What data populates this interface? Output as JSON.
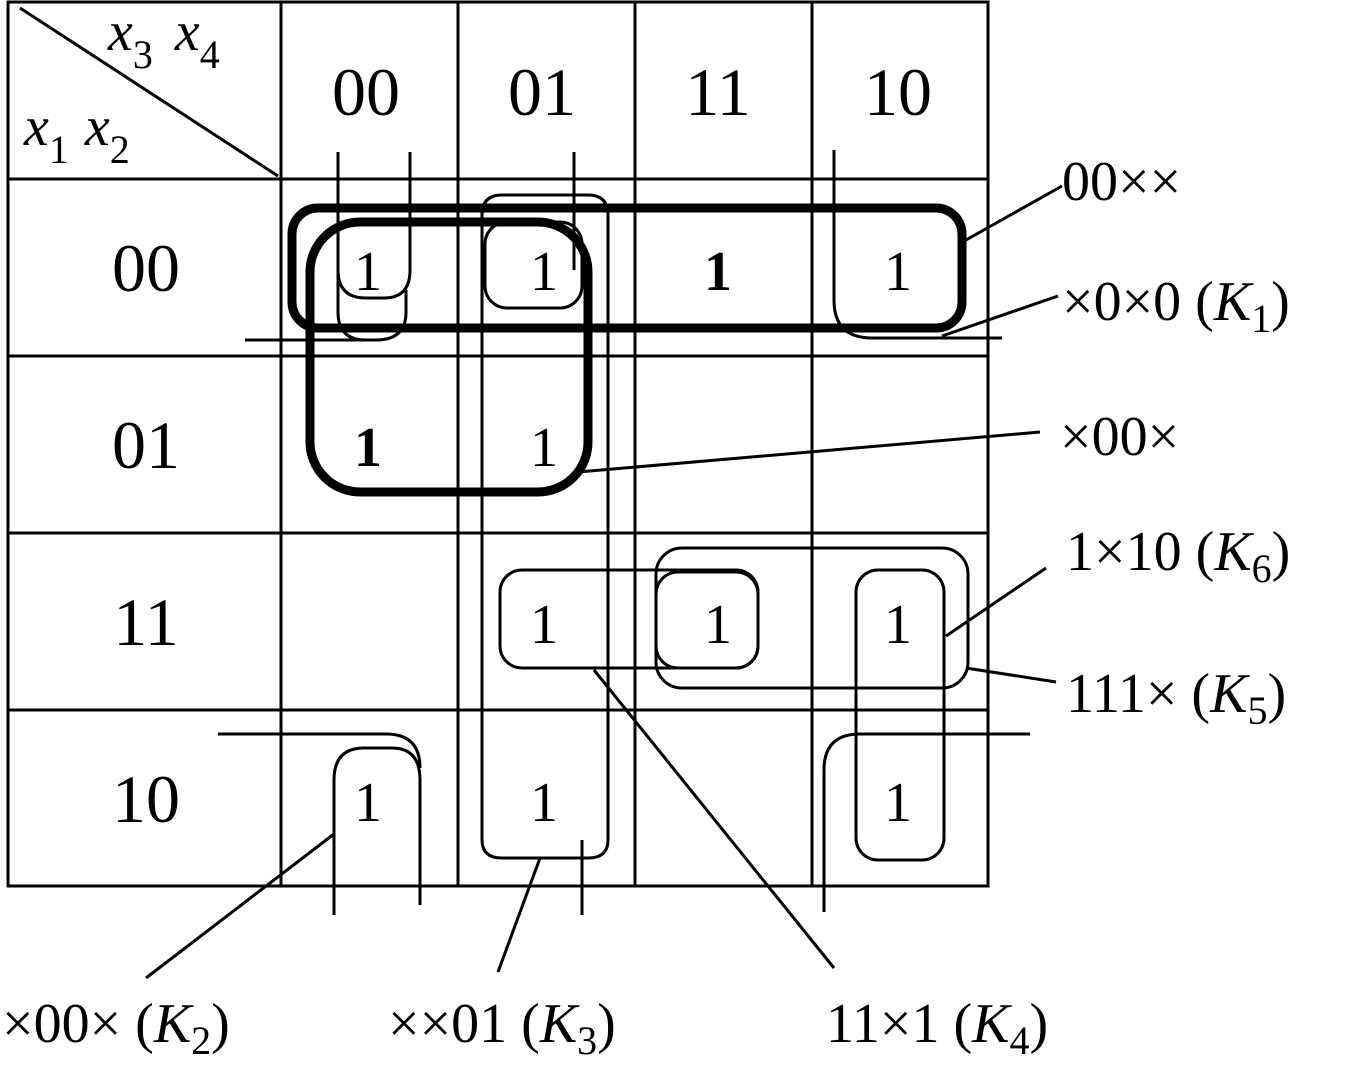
{
  "corner": {
    "top_var1": "x",
    "top_sub1": "3",
    "top_var2": "x",
    "top_sub2": "4",
    "left_var1": "x",
    "left_sub1": "1",
    "left_var2": "x",
    "left_sub2": "2"
  },
  "col_headers": [
    "00",
    "01",
    "11",
    "10"
  ],
  "row_headers": [
    "00",
    "01",
    "11",
    "10"
  ],
  "cells": {
    "r0": [
      "1",
      "1",
      "1",
      "1"
    ],
    "r1": [
      "1",
      "1",
      "",
      ""
    ],
    "r2": [
      "",
      "1",
      "1",
      "1"
    ],
    "r3": [
      "1",
      "1",
      "",
      "1"
    ]
  },
  "labels": {
    "grp_00xx": "00××",
    "grp_x0x0_code": "×0×0 (",
    "grp_x0x0_var": "K",
    "grp_x0x0_sub": "1",
    "grp_x0x0_close": ")",
    "grp_x00x_right": "×00×",
    "grp_1x10_code": "1×10 (",
    "grp_1x10_var": "K",
    "grp_1x10_sub": "6",
    "grp_1x10_close": ")",
    "grp_111x_code": "111× (",
    "grp_111x_var": "K",
    "grp_111x_sub": "5",
    "grp_111x_close": ")",
    "grp_x00x_code": "×00× (",
    "grp_x00x_var": "K",
    "grp_x00x_sub": "2",
    "grp_x00x_close": ")",
    "grp_xx01_code": "××01 (",
    "grp_xx01_var": "K",
    "grp_xx01_sub": "3",
    "grp_xx01_close": ")",
    "grp_11x1_code": "11×1 (",
    "grp_11x1_var": "K",
    "grp_11x1_sub": "4",
    "grp_11x1_close": ")"
  }
}
